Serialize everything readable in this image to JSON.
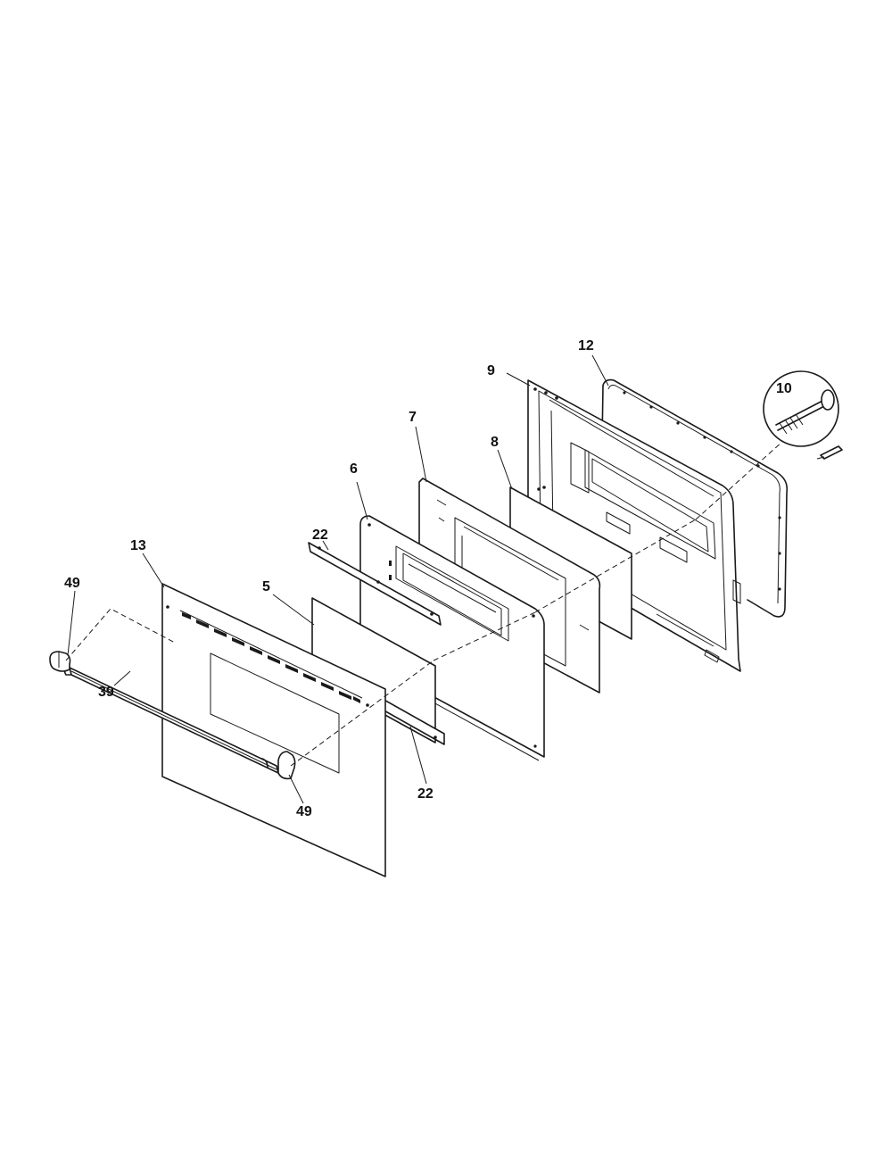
{
  "diagram": {
    "callouts": {
      "p5": "5",
      "p6": "6",
      "p7": "7",
      "p8": "8",
      "p9": "9",
      "p10": "10",
      "p12": "12",
      "p13": "13",
      "p22_top": "22",
      "p22_bottom": "22",
      "p39": "39",
      "p49_top": "49",
      "p49_bottom": "49"
    }
  }
}
